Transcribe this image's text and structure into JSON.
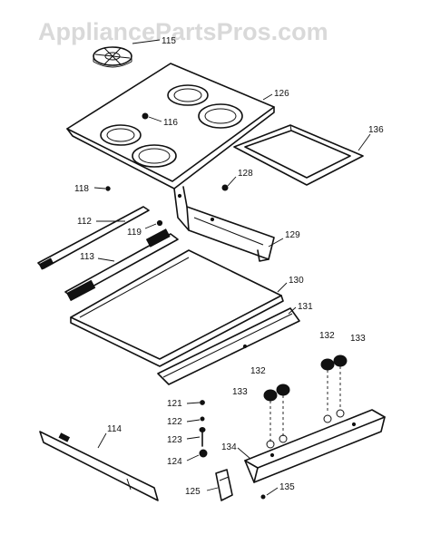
{
  "watermark": "AppliancePartsPros.com",
  "colors": {
    "ink": "#111111",
    "watermark": "#d9d9d9",
    "background": "#ffffff"
  },
  "callouts": {
    "p115": "115",
    "p126": "126",
    "p116": "116",
    "p136": "136",
    "p128": "128",
    "p118": "118",
    "p112": "112",
    "p119": "119",
    "p129": "129",
    "p113": "113",
    "p130": "130",
    "p131": "131",
    "p132a": "132",
    "p133a": "133",
    "p132b": "132",
    "p133b": "133",
    "p121": "121",
    "p122": "122",
    "p123": "123",
    "p124": "124",
    "p114": "114",
    "p134": "134",
    "p125": "125",
    "p135": "135"
  }
}
